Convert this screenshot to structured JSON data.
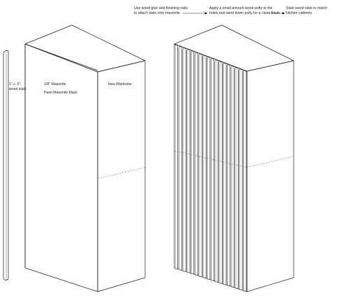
{
  "colors": {
    "background": "#ffffff",
    "line": "#1a1a1a",
    "slat_edge": "#555555",
    "dash": "#555555"
  },
  "labels": {
    "slat_size_line1": "1\" x .5\"",
    "slat_size_line2": "wood slats",
    "masonite": "1/8\" Masonite",
    "paint": "Paint Masonite black",
    "wardrobe": "Ikea Wardrobe"
  },
  "steps": [
    {
      "line1": "Use wood glue and finishing nails",
      "line2": "to attach slats onto masonite"
    },
    {
      "line1": "Apply a small amount wood putty to the",
      "line2": "holes and sand down putty for a clean finish"
    },
    {
      "line1": "Stain wood slats to match",
      "line2": "kitchen cabinets"
    }
  ],
  "slat_count": 18
}
